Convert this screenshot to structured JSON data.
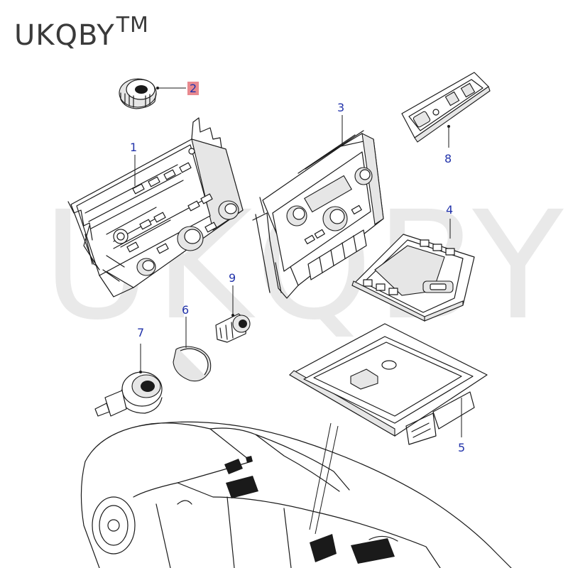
{
  "brand": {
    "name": "UKQBY",
    "mark": "TM"
  },
  "watermark": "UKQBY TM",
  "callouts": {
    "c1": "1",
    "c2": "2",
    "c3": "3",
    "c4": "4",
    "c5": "5",
    "c6": "6",
    "c7": "7",
    "c8": "8",
    "c9": "9"
  },
  "colors": {
    "callout": "#2233aa",
    "highlight": "#e8898f"
  }
}
